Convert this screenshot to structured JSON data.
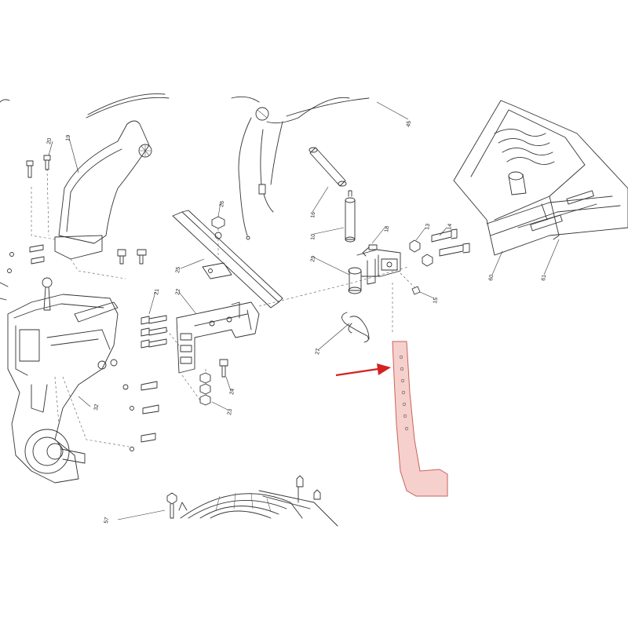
{
  "diagram": {
    "highlight_color": "#f6d0cd",
    "highlight_stroke": "#c9625a",
    "arrow_color": "#d42222",
    "callouts": {
      "c20": "20",
      "c19": "19",
      "c26": "26",
      "c25": "25",
      "c21": "21",
      "c22": "22",
      "c24": "24",
      "c23": "23",
      "c32": "32",
      "c57": "57",
      "c16": "16",
      "c10": "10",
      "c18": "18",
      "c29": "29",
      "c13": "13",
      "c14": "14",
      "c15": "15",
      "c27": "27",
      "c45": "45",
      "c60": "60",
      "c61": "61"
    }
  }
}
